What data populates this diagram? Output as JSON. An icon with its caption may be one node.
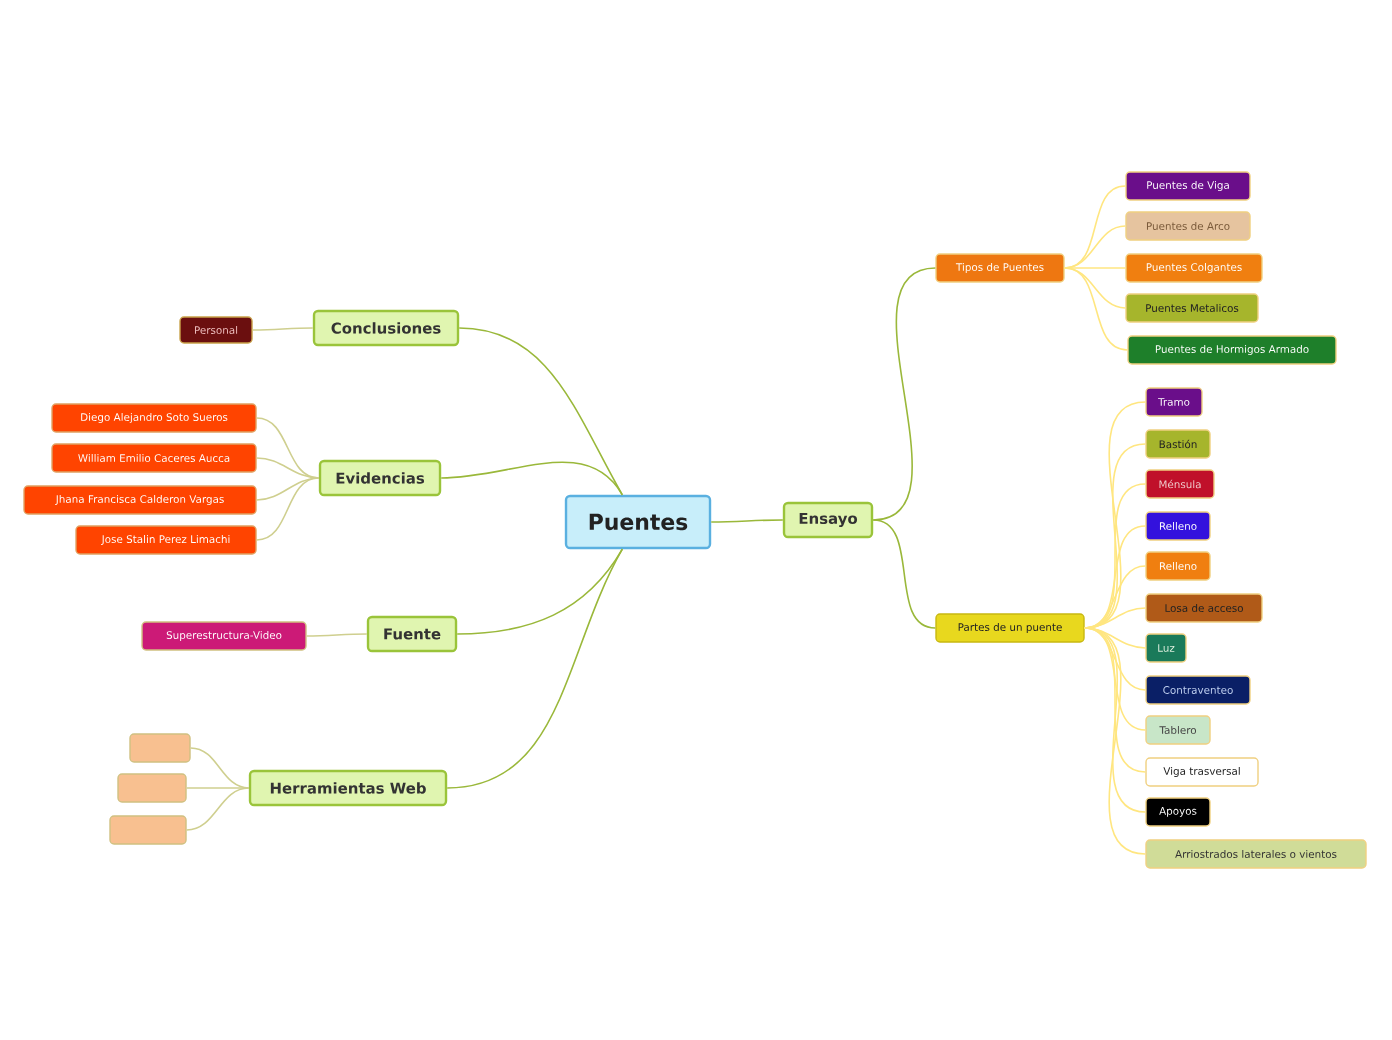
{
  "diagram": {
    "nodes": [
      {
        "text": [
          "Puentes"
        ]
      },
      {
        "text": [
          "Conclusiones"
        ]
      },
      {
        "text": [
          "Personal"
        ]
      },
      {
        "text": [
          "Evidencias"
        ]
      },
      {
        "text": [
          "Diego Alejandro Soto Sueros"
        ]
      },
      {
        "text": [
          "William Emilio Caceres Aucca"
        ]
      },
      {
        "text": [
          "Jhana Francisca Calderon Vargas"
        ]
      },
      {
        "text": [
          "Jose Stalin Perez Limachi"
        ]
      },
      {
        "text": [
          "Fuente"
        ]
      },
      {
        "text": [
          "Superestructura-Video"
        ]
      },
      {
        "text": [
          "Herramientas Web"
        ]
      },
      {
        "text": [],
        "shape": "box"
      },
      {
        "text": [],
        "shape": "box"
      },
      {
        "text": [],
        "shape": "box"
      },
      {
        "text": [
          "Ensayo"
        ]
      },
      {
        "text": [
          "Tipos de Puentes"
        ]
      },
      {
        "text": [
          "Puentes de Viga"
        ]
      },
      {
        "text": [
          "Puentes de Arco"
        ]
      },
      {
        "text": [
          "Puentes Colgantes"
        ]
      },
      {
        "text": [
          "Puentes Metalicos"
        ]
      },
      {
        "text": [
          "Puentes de Hormigos Armado"
        ]
      },
      {
        "text": [
          "Partes de un puente"
        ]
      },
      {
        "text": [
          "Tramo"
        ]
      },
      {
        "text": [
          "Bastión"
        ]
      },
      {
        "text": [
          "Ménsula"
        ]
      },
      {
        "text": [
          "Relleno"
        ]
      },
      {
        "text": [
          "Relleno"
        ]
      },
      {
        "text": [
          "Losa de acceso"
        ]
      },
      {
        "text": [
          "Luz"
        ]
      },
      {
        "text": [
          "Contraventeo"
        ]
      },
      {
        "text": [
          "Tablero"
        ]
      },
      {
        "text": [
          "Viga trasversal"
        ]
      },
      {
        "text": [
          "Apoyos"
        ]
      },
      {
        "text": [
          "Arriostrados laterales o vientos"
        ]
      }
    ],
    "edges": [
      {
        "from": 0,
        "to": 1,
        "arrow": "none",
        "color": "#9ab83a"
      },
      {
        "from": 1,
        "to": 2,
        "arrow": "none",
        "color": "#cfcf8f"
      },
      {
        "from": 0,
        "to": 3,
        "arrow": "none",
        "color": "#9ab83a"
      },
      {
        "from": 3,
        "to": 4,
        "arrow": "none",
        "color": "#cfcf8f"
      },
      {
        "from": 3,
        "to": 5,
        "arrow": "none",
        "color": "#cfcf8f"
      },
      {
        "from": 3,
        "to": 6,
        "arrow": "none",
        "color": "#cfcf8f"
      },
      {
        "from": 3,
        "to": 7,
        "arrow": "none",
        "color": "#cfcf8f"
      },
      {
        "from": 0,
        "to": 8,
        "arrow": "none",
        "color": "#9ab83a"
      },
      {
        "from": 8,
        "to": 9,
        "arrow": "none",
        "color": "#cfcf8f"
      },
      {
        "from": 0,
        "to": 10,
        "arrow": "none",
        "color": "#9ab83a"
      },
      {
        "from": 10,
        "to": 11,
        "arrow": "none",
        "color": "#cfcf8f"
      },
      {
        "from": 10,
        "to": 12,
        "arrow": "none",
        "color": "#cfcf8f"
      },
      {
        "from": 10,
        "to": 13,
        "arrow": "none",
        "color": "#cfcf8f"
      },
      {
        "from": 0,
        "to": 14,
        "arrow": "none",
        "color": "#9ab83a"
      },
      {
        "from": 14,
        "to": 15,
        "arrow": "none",
        "color": "#9ab83a"
      },
      {
        "from": 15,
        "to": 16,
        "arrow": "none"
      },
      {
        "from": 15,
        "to": 17,
        "arrow": "none"
      },
      {
        "from": 15,
        "to": 18,
        "arrow": "none"
      },
      {
        "from": 15,
        "to": 19,
        "arrow": "none"
      },
      {
        "from": 15,
        "to": 20,
        "arrow": "none"
      },
      {
        "from": 14,
        "to": 21,
        "arrow": "none",
        "color": "#9ab83a"
      },
      {
        "from": 21,
        "to": 22,
        "arrow": "none"
      },
      {
        "from": 21,
        "to": 23,
        "arrow": "none"
      },
      {
        "from": 21,
        "to": 24,
        "arrow": "none"
      },
      {
        "from": 21,
        "to": 25,
        "arrow": "none"
      },
      {
        "from": 21,
        "to": 26,
        "arrow": "none"
      },
      {
        "from": 21,
        "to": 27,
        "arrow": "none"
      },
      {
        "from": 21,
        "to": 28,
        "arrow": "none"
      },
      {
        "from": 21,
        "to": 29,
        "arrow": "none"
      },
      {
        "from": 21,
        "to": 30,
        "arrow": "none"
      },
      {
        "from": 21,
        "to": 31,
        "arrow": "none"
      },
      {
        "from": 21,
        "to": 32,
        "arrow": "none"
      },
      {
        "from": 21,
        "to": 33,
        "arrow": "none"
      }
    ]
  }
}
